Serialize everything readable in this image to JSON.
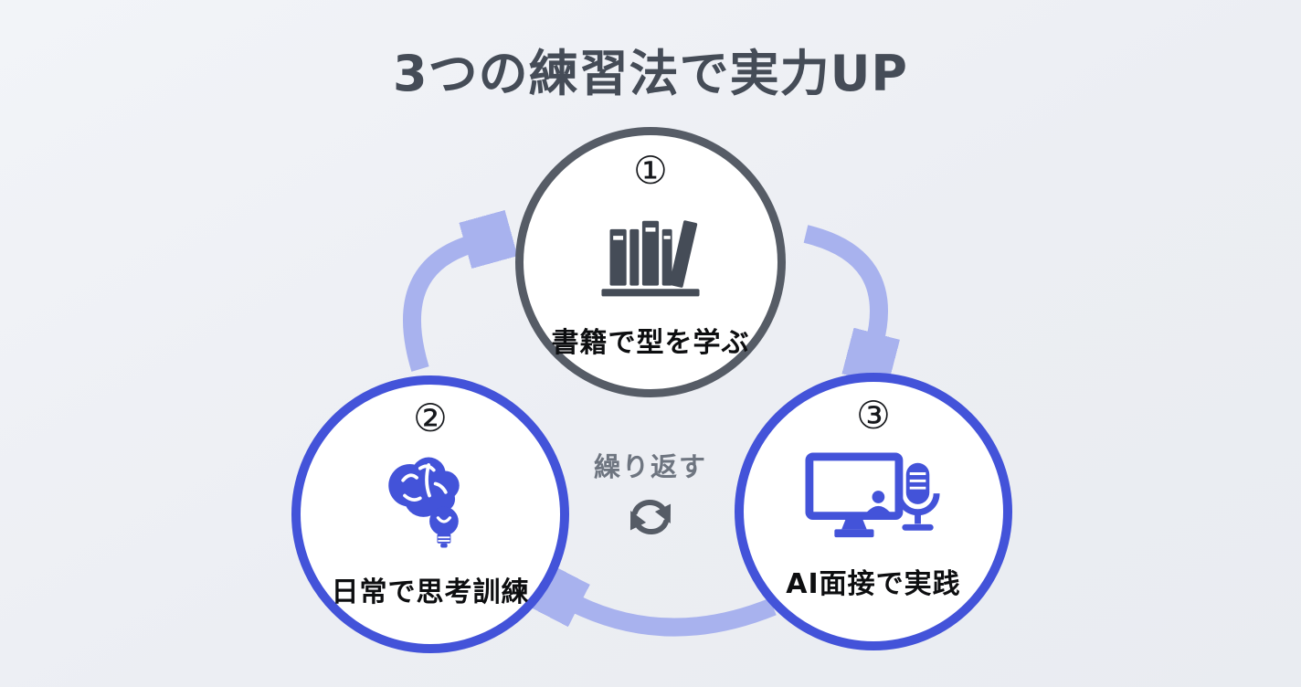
{
  "title": "3つの練習法で実力UP",
  "steps": [
    {
      "number": "①",
      "label": "書籍で型を学ぶ",
      "icon": "books-icon",
      "border": "gray"
    },
    {
      "number": "②",
      "label": "日常で思考訓練",
      "icon": "brain-bulb-icon",
      "border": "blue"
    },
    {
      "number": "③",
      "label": "AI面接で実践",
      "icon": "monitor-mic-icon",
      "border": "blue"
    }
  ],
  "center": {
    "label": "繰り返す",
    "icon": "cycle-icon"
  },
  "colors": {
    "background": "#eceef3",
    "title_text": "#454c57",
    "gray_circle_border": "#565c66",
    "blue_circle_border": "#4353d9",
    "arrow": "#a8b2ee",
    "icon_gray": "#454c57",
    "icon_blue": "#4353d9",
    "label_text": "#0d0e10",
    "center_text": "#6e7580"
  }
}
